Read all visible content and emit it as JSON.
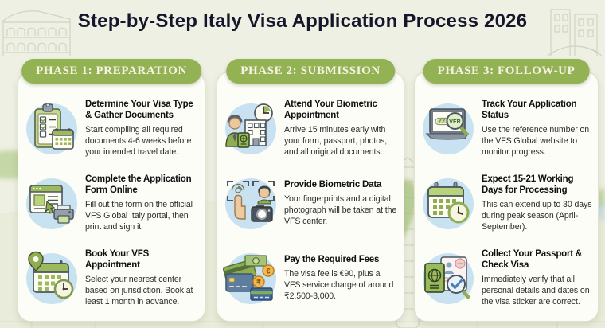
{
  "title": "Step-by-Step Italy Visa Application Process 2026",
  "colors": {
    "background": "#eef0e3",
    "card_background": "#fdfdf8",
    "phase_pill_green": "#92b254",
    "pill_text_cream": "#f7f3e2",
    "title_dark": "#15152b",
    "icon_circle_blue": "#c8e2f2",
    "accent_green": "#8fae52"
  },
  "phases": [
    {
      "label": "PHASE 1: PREPARATION",
      "steps": [
        {
          "icon": "clipboard-checklist-calendar-icon",
          "title": "Determine Your Visa Type & Gather Documents",
          "description": "Start compiling all required documents 4-6 weeks before your intended travel date."
        },
        {
          "icon": "online-form-printer-icon",
          "title": "Complete the Application Form Online",
          "description": "Fill out the form on the official VFS Global Italy portal, then print and sign it."
        },
        {
          "icon": "calendar-location-clock-icon",
          "title": "Book Your VFS Appointment",
          "description": "Select your nearest center based on jurisdiction. Book at least 1 month in advance."
        }
      ]
    },
    {
      "label": "PHASE 2: SUBMISSION",
      "steps": [
        {
          "icon": "person-office-clock-icon",
          "title": "Attend Your Biometric Appointment",
          "description": "Arrive 15 minutes early with your form, passport, photos, and all original documents."
        },
        {
          "icon": "fingerprint-camera-icon",
          "title": "Provide Biometric Data",
          "description": "Your fingerprints and a digital photograph will be taken at the VFS center."
        },
        {
          "icon": "payment-cards-coins-icon",
          "title": "Pay the Required Fees",
          "description": "The visa fee is €90, plus a VFS service charge of around ₹2,500-3,000."
        }
      ]
    },
    {
      "label": "PHASE 3: FOLLOW-UP",
      "steps": [
        {
          "icon": "laptop-status-magnifier-icon",
          "title": "Track Your Application Status",
          "description": "Use the reference number on the VFS Global website to monitor progress."
        },
        {
          "icon": "calendar-processing-clock-icon",
          "title": "Expect 15-21 Working Days for Processing",
          "description": "This can extend up to 30 days during peak season (April-September)."
        },
        {
          "icon": "passport-visa-check-icon",
          "title": "Collect Your Passport & Check Visa",
          "description": "Immediately verify that all personal details and dates on the visa sticker are correct."
        }
      ]
    }
  ],
  "icon_labels": {
    "magnifier_text": "VER",
    "euro_symbol": "€",
    "rupee_symbol": "₹"
  }
}
